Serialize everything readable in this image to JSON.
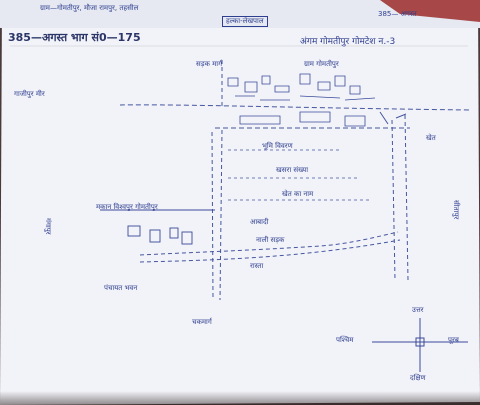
{
  "header": {
    "left_scrawl": "ग्राम—गोमतीपुर, मौजा रामपुर, तहसील",
    "box_text": "हल्का-लेखपाल",
    "right_scrawl": "385— अगस्त",
    "printed_title": "385—अगस्त भाग सं0—175",
    "right_title": "अंगम गोमतीपुर गोमटेश न.-3"
  },
  "map_labels": {
    "top_center": "सड़क मार्ग",
    "top_right": "ग्राम गोमतीपुर",
    "left_upper": "गाजीपुर मीर",
    "left_side_vertical": "गंगापुर",
    "right_side_vertical": "सीतापुर",
    "right_mark": "खेत",
    "center_1": "भूमि विवरण",
    "center_2": "खसरा संख्या",
    "center_3": "खेत का नाम",
    "center_4": "आबादी",
    "center_5": "नाली सड़क",
    "left_building": "मकान विश्वपुर गोमतीपुर",
    "lower_center": "रास्ता",
    "lower_left": "पंचायत भवन",
    "bottom": "चकमार्ग",
    "compass_north": "उत्तर",
    "compass_south": "दक्षिण",
    "compass_west": "पश्चिम",
    "compass_east": "पूरब"
  }
}
